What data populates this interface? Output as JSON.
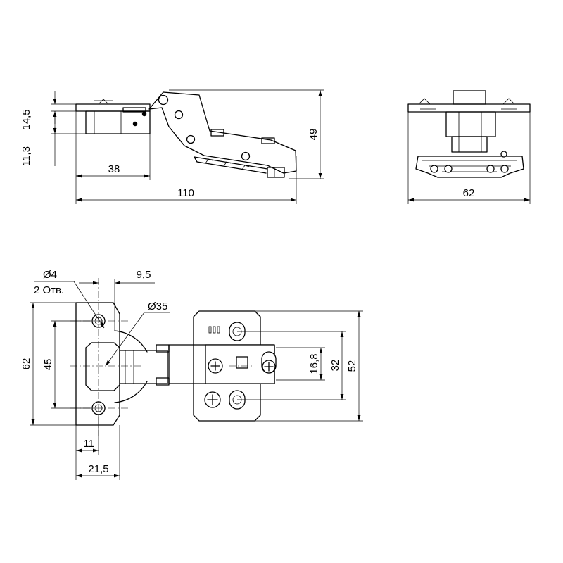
{
  "side_view": {
    "dim_height_top": "14,5",
    "dim_height_lower": "11,3",
    "dim_cup_depth": "38",
    "dim_total_length": "110",
    "dim_total_height": "49"
  },
  "end_view": {
    "dim_width": "62"
  },
  "plan_view": {
    "hole_diameter": "Ø4",
    "hole_count": "2 Отв.",
    "dim_offset": "9,5",
    "cup_diameter": "Ø35",
    "dim_plate_height": "62",
    "dim_hole_spacing": "45",
    "dim_hole_offset": "11",
    "dim_plate_width": "21,5",
    "dim_slot_small": "16,8",
    "dim_slot_spacing": "32",
    "dim_mount_height": "52"
  }
}
